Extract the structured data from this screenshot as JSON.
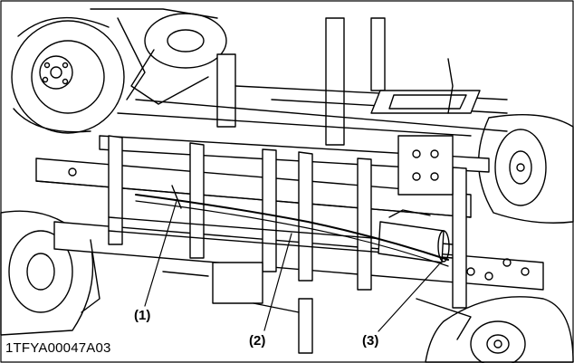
{
  "figure": {
    "id_label": "1TFYA00047A03",
    "callouts": [
      {
        "label": "(1)"
      },
      {
        "label": "(2)"
      },
      {
        "label": "(3)"
      }
    ]
  }
}
